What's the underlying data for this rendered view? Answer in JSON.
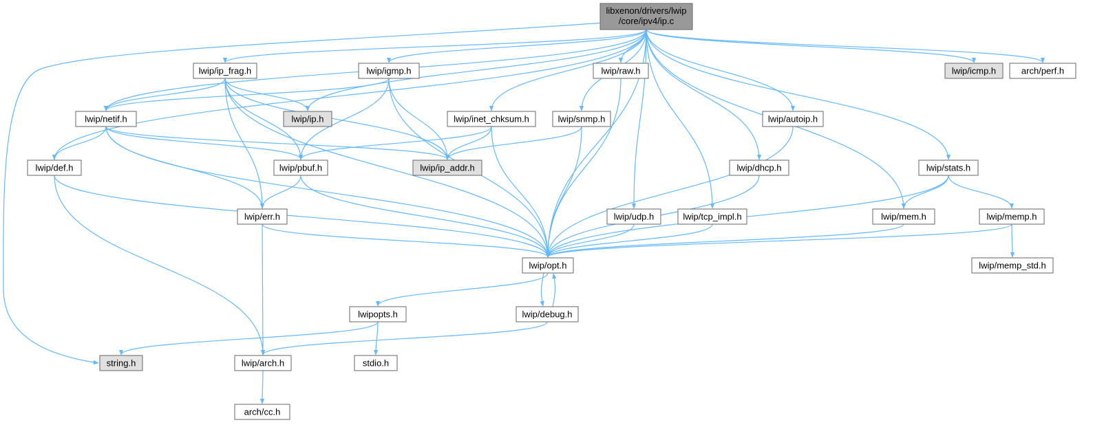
{
  "graph": {
    "colors": {
      "edge": "#63b8ff",
      "root_fill": "#999999",
      "node_fill": "#ffffff",
      "missing_fill": "#e0e0e0",
      "border": "#666666"
    },
    "root": {
      "line1": "libxenon/drivers/lwip",
      "line2": "/core/ipv4/ip.c"
    },
    "nodes": {
      "ip_frag": "lwip/ip_frag.h",
      "igmp": "lwip/igmp.h",
      "raw": "lwip/raw.h",
      "icmp": "lwip/icmp.h",
      "perf": "arch/perf.h",
      "netif": "lwip/netif.h",
      "ip": "lwip/ip.h",
      "inet_chksum": "lwip/inet_chksum.h",
      "snmp": "lwip/snmp.h",
      "autoip": "lwip/autoip.h",
      "def": "lwip/def.h",
      "pbuf": "lwip/pbuf.h",
      "ip_addr": "lwip/ip_addr.h",
      "dhcp": "lwip/dhcp.h",
      "stats": "lwip/stats.h",
      "err": "lwip/err.h",
      "udp": "lwip/udp.h",
      "tcp_impl": "lwip/tcp_impl.h",
      "mem": "lwip/mem.h",
      "memp": "lwip/memp.h",
      "opt": "lwip/opt.h",
      "memp_std": "lwip/memp_std.h",
      "lwipopts": "lwipopts.h",
      "debug": "lwip/debug.h",
      "string": "string.h",
      "arch": "lwip/arch.h",
      "stdio": "stdio.h",
      "cc": "arch/cc.h"
    },
    "missing": [
      "icmp",
      "ip",
      "ip_addr",
      "string"
    ],
    "edges": [
      [
        "root",
        "ip_frag"
      ],
      [
        "root",
        "igmp"
      ],
      [
        "root",
        "raw"
      ],
      [
        "root",
        "icmp"
      ],
      [
        "root",
        "perf"
      ],
      [
        "root",
        "netif"
      ],
      [
        "root",
        "ip"
      ],
      [
        "root",
        "inet_chksum"
      ],
      [
        "root",
        "snmp"
      ],
      [
        "root",
        "autoip"
      ],
      [
        "root",
        "def"
      ],
      [
        "root",
        "dhcp"
      ],
      [
        "root",
        "stats"
      ],
      [
        "root",
        "udp"
      ],
      [
        "root",
        "tcp_impl"
      ],
      [
        "root",
        "mem"
      ],
      [
        "root",
        "opt"
      ],
      [
        "root",
        "string"
      ],
      [
        "ip_frag",
        "netif"
      ],
      [
        "ip_frag",
        "ip"
      ],
      [
        "ip_frag",
        "pbuf"
      ],
      [
        "ip_frag",
        "ip_addr"
      ],
      [
        "ip_frag",
        "err"
      ],
      [
        "ip_frag",
        "opt"
      ],
      [
        "igmp",
        "netif"
      ],
      [
        "igmp",
        "pbuf"
      ],
      [
        "igmp",
        "ip_addr"
      ],
      [
        "igmp",
        "opt"
      ],
      [
        "raw",
        "opt"
      ],
      [
        "netif",
        "def"
      ],
      [
        "netif",
        "pbuf"
      ],
      [
        "netif",
        "ip_addr"
      ],
      [
        "netif",
        "err"
      ],
      [
        "netif",
        "opt"
      ],
      [
        "inet_chksum",
        "pbuf"
      ],
      [
        "inet_chksum",
        "ip_addr"
      ],
      [
        "inet_chksum",
        "opt"
      ],
      [
        "snmp",
        "ip_addr"
      ],
      [
        "snmp",
        "opt"
      ],
      [
        "autoip",
        "opt"
      ],
      [
        "def",
        "opt"
      ],
      [
        "def",
        "arch"
      ],
      [
        "pbuf",
        "err"
      ],
      [
        "pbuf",
        "opt"
      ],
      [
        "dhcp",
        "opt"
      ],
      [
        "stats",
        "mem"
      ],
      [
        "stats",
        "memp"
      ],
      [
        "stats",
        "opt"
      ],
      [
        "err",
        "opt"
      ],
      [
        "err",
        "arch"
      ],
      [
        "udp",
        "opt"
      ],
      [
        "tcp_impl",
        "opt"
      ],
      [
        "mem",
        "opt"
      ],
      [
        "memp",
        "opt"
      ],
      [
        "memp",
        "memp_std"
      ],
      [
        "opt",
        "lwipopts"
      ],
      [
        "opt",
        "debug"
      ],
      [
        "debug",
        "opt"
      ],
      [
        "lwipopts",
        "string"
      ],
      [
        "lwipopts",
        "stdio"
      ],
      [
        "debug",
        "arch"
      ],
      [
        "arch",
        "cc"
      ]
    ]
  }
}
